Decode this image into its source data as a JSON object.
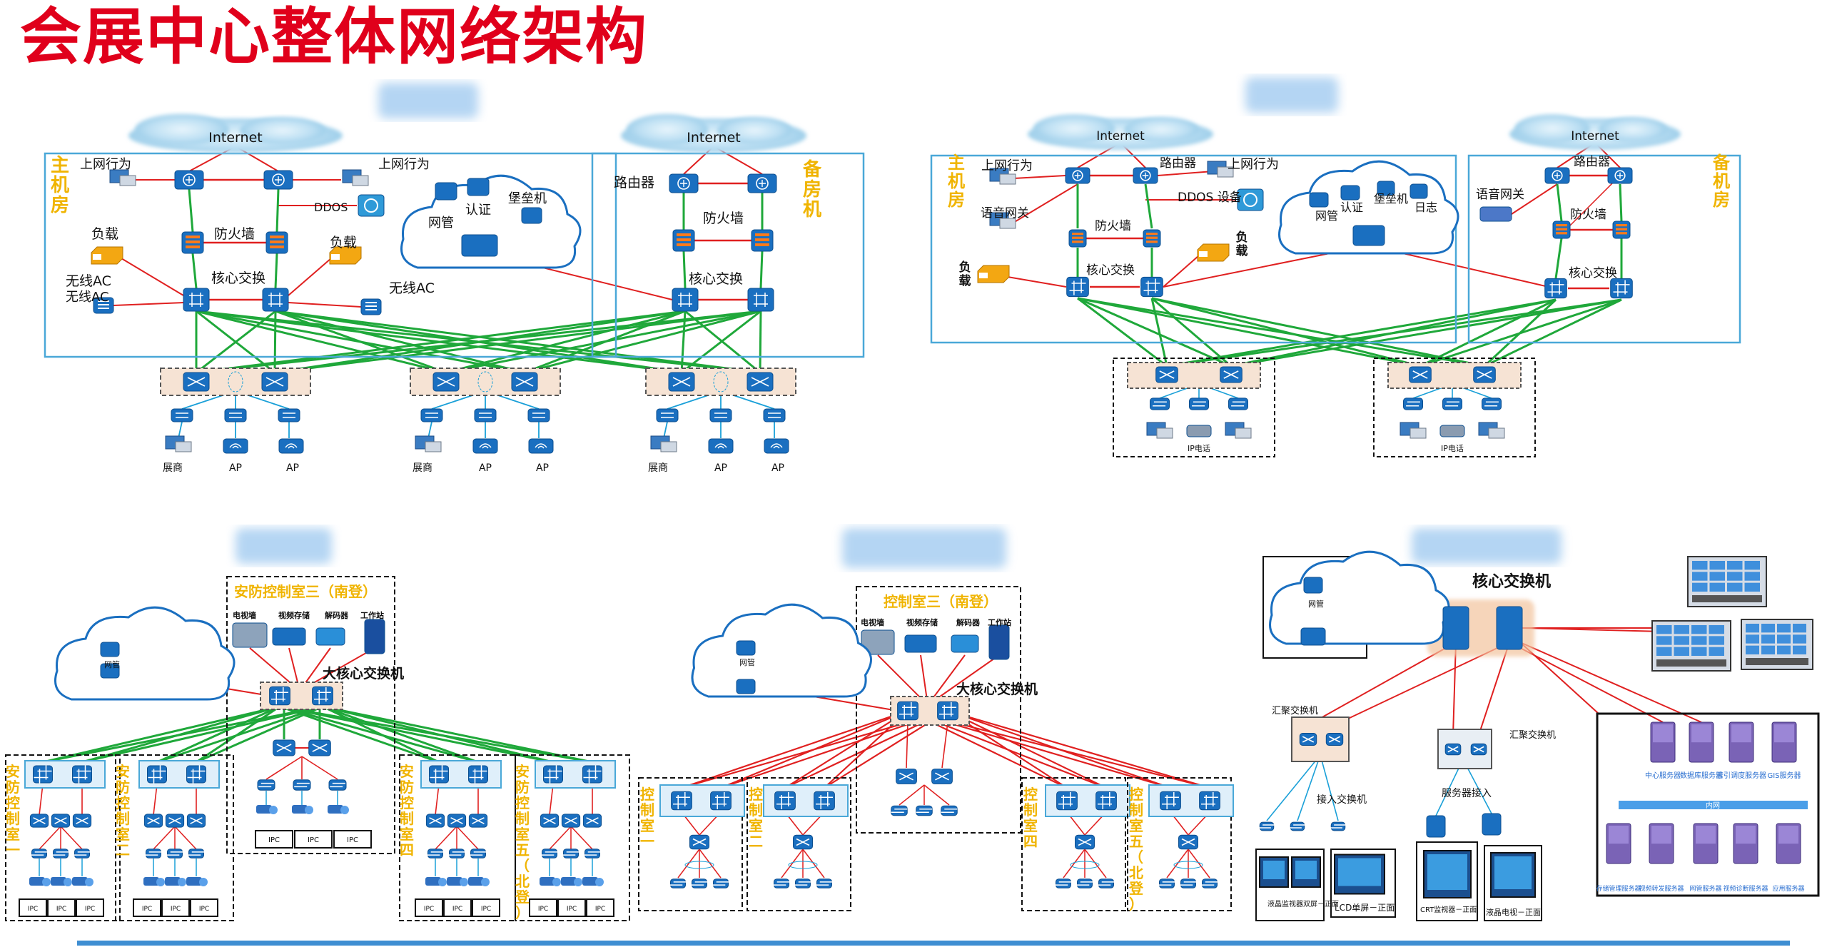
{
  "title": "会展中心整体网络架构",
  "colors": {
    "title_red": "#e0001b",
    "accent_yellow": "#f0b400",
    "device_blue": "#1a6fc0",
    "link_red": "#e02020",
    "link_green": "#1fa83a",
    "link_blue": "#1aa0d8",
    "frame_blue": "#4aa8d8",
    "cloud_blue": "#bcdff3",
    "rule_blue": "#3e8ed2"
  },
  "icons": [
    "router-icon",
    "firewall-icon",
    "core-switch-icon",
    "access-switch-icon",
    "ap-icon",
    "pc-icon",
    "load-balancer-icon",
    "wireless-ac-icon",
    "ddos-icon",
    "server-icon",
    "storage-icon",
    "decoder-icon",
    "tv-wall-icon",
    "monitor-icon",
    "camera-icon",
    "cloud-icon"
  ],
  "panel1": {
    "internet_left": "Internet",
    "internet_right": "Internet",
    "main_room": "主机房",
    "backup_room": "备房机",
    "behavior_left": "上网行为",
    "behavior_right": "上网行为",
    "ddos": "DDOS",
    "netmgr": "网管",
    "auth": "认证",
    "bastion": "堡垒机",
    "firewall_left": "防火墙",
    "firewall_right": "防火墙",
    "load_left": "负载",
    "load_right": "负载",
    "ac_left": "无线AC",
    "ac_right": "无线AC",
    "core_left": "核心交换",
    "core_right": "核心交换",
    "router": "路由器",
    "groups": [
      {
        "a": "展商",
        "b": "AP",
        "c": "AP"
      },
      {
        "a": "展商",
        "b": "AP",
        "c": "AP"
      },
      {
        "a": "展商",
        "b": "AP",
        "c": "AP"
      }
    ]
  },
  "panel2": {
    "internet_left": "Internet",
    "internet_right": "Internet",
    "main_room": "主机房",
    "backup_room": "备机房",
    "behavior_a": "上网行为",
    "router_a": "路由器",
    "behavior_b": "上网行为",
    "voice_gw_left": "语音网关",
    "firewall_left": "防火墙",
    "ddos": "DDOS 设备",
    "load_left": "负载",
    "load_right": "负载",
    "core_left": "核心交换",
    "netmgr": "网管",
    "auth": "认证",
    "bastion": "堡垒机",
    "log": "日志",
    "router_b": "路由器",
    "voice_gw_right": "语音网关",
    "firewall_right": "防火墙",
    "core_right": "核心交换",
    "phone_a": "IP电话",
    "phone_b": "IP电话"
  },
  "panel3": {
    "room3": "安防控制室三（南登）",
    "tv_wall": "电视墙",
    "video_storage": "视频存储",
    "decoder": "解码器",
    "workstation": "工作站",
    "big_core": "大核心交换机",
    "netmgr": "网管",
    "room1": "安防控制室一",
    "room2": "安防控制室二",
    "room4": "安防控制室四",
    "room5": "安防控制室五（北登）",
    "ipc": "IPC"
  },
  "panel4": {
    "room3": "控制室三（南登）",
    "tv_wall": "电视墙",
    "video_storage": "视频存储",
    "decoder": "解码器",
    "workstation": "工作站",
    "big_core": "大核心交换机",
    "netmgr": "网管",
    "room1": "控制室一",
    "room2": "控制室二",
    "room4": "控制室四",
    "room5": "控制室五（北登）"
  },
  "panel5": {
    "core": "核心交换机",
    "netmgr": "网管",
    "agg_left": "汇聚交换机",
    "agg_right": "汇聚交换机",
    "access": "接入交换机",
    "server_access": "服务器接入",
    "monitor1": "液晶监视器双屏－正面",
    "monitor2": "LCD单屏－正面",
    "monitor3": "CRT监视器－正面",
    "monitor4": "液晶电视－正面",
    "servers_top": [
      "中心服务器",
      "数据库服务器",
      "索引调度服务器",
      "GIS服务器"
    ],
    "intranet": "内网",
    "servers_bottom": [
      "存储管理服务器",
      "视频转发服务器",
      "网管服务器",
      "视频诊断服务器",
      "应用服务器"
    ]
  }
}
